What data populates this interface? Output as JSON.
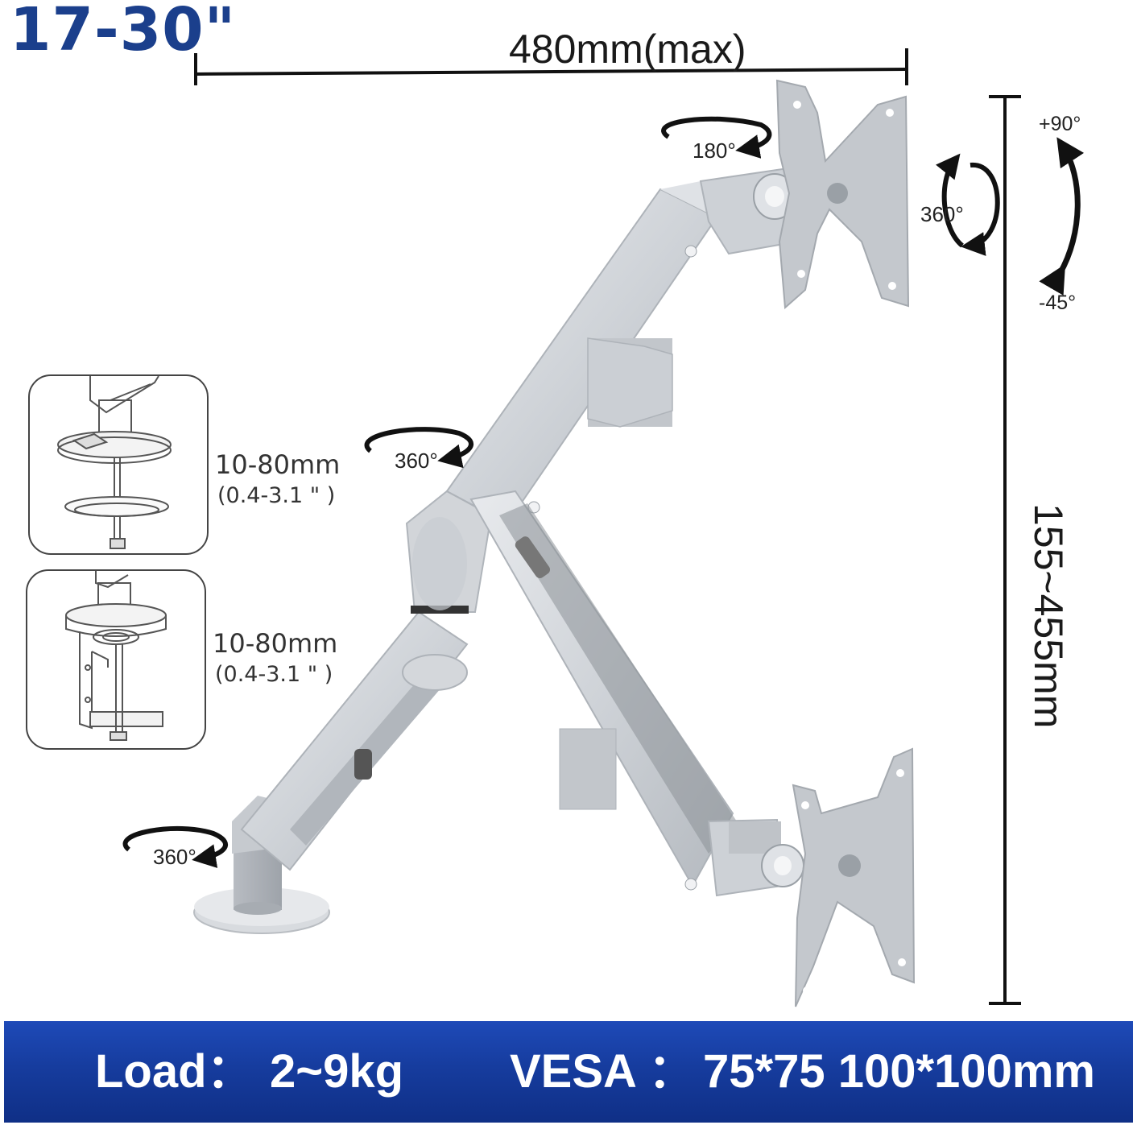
{
  "product": {
    "screen_size": "17-30\"",
    "width_label": "480mm(max)",
    "height_label": "155~455mm"
  },
  "rotation_labels": {
    "top_mount": "180°",
    "mid_joint": "360°",
    "base": "360°",
    "vesa_rotate": "360°",
    "tilt_up": "+90°",
    "tilt_down": "-45°"
  },
  "install_options": [
    {
      "name": "grommet",
      "range": "10-80mm",
      "range_in": "(0.4-3.1 \" )"
    },
    {
      "name": "clamp",
      "range": "10-80mm",
      "range_in": "(0.4-3.1 \" )"
    }
  ],
  "specs": {
    "load_label": "Load：",
    "load_value": "2~9kg",
    "vesa_label": "VESA ：",
    "vesa_value": "75*75 100*100mm"
  },
  "colors": {
    "banner": "#163c9e",
    "title": "#1b3f8c",
    "arm": "#c9cdd2"
  }
}
